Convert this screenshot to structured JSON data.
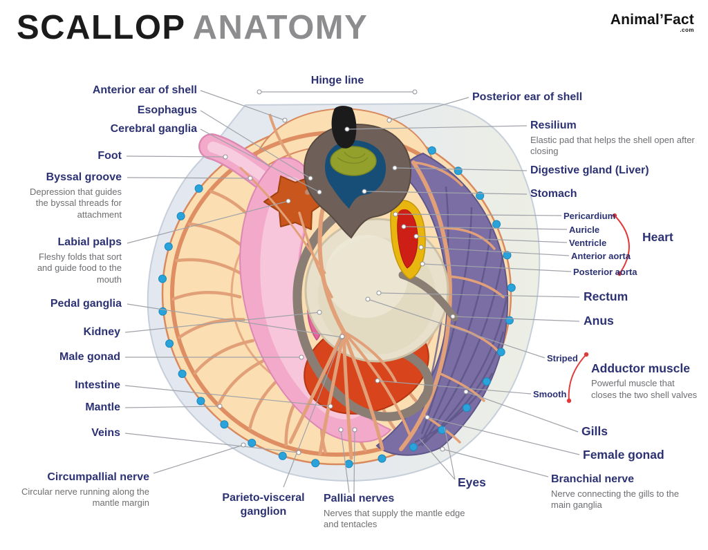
{
  "title": {
    "part1": "SCALLOP",
    "part2": "ANATOMY"
  },
  "logo": {
    "part1": "Animal",
    "accent": "’",
    "part2": "Fact",
    "tld": ".com"
  },
  "labels": {
    "hinge_line": {
      "name": "Hinge line"
    },
    "anterior_ear": {
      "name": "Anterior ear of shell"
    },
    "esophagus": {
      "name": "Esophagus"
    },
    "cerebral_ganglia": {
      "name": "Cerebral ganglia"
    },
    "foot": {
      "name": "Foot"
    },
    "byssal_groove": {
      "name": "Byssal groove",
      "desc": "Depression that guides the byssal threads for attachment"
    },
    "labial_palps": {
      "name": "Labial palps",
      "desc": "Fleshy folds that sort and guide food to the mouth"
    },
    "pedal_ganglia": {
      "name": "Pedal ganglia"
    },
    "kidney": {
      "name": "Kidney"
    },
    "male_gonad": {
      "name": "Male gonad"
    },
    "intestine": {
      "name": "Intestine"
    },
    "mantle": {
      "name": "Mantle"
    },
    "veins": {
      "name": "Veins"
    },
    "circumpallial_nerve": {
      "name": "Circumpallial nerve",
      "desc": "Circular nerve running along the mantle margin"
    },
    "parieto_visceral_ganglion": {
      "name": "Parieto-visceral ganglion"
    },
    "pallial_nerves": {
      "name": "Pallial nerves",
      "desc": "Nerves that supply the mantle edge and tentacles"
    },
    "eyes": {
      "name": "Eyes"
    },
    "posterior_ear": {
      "name": "Posterior ear of shell"
    },
    "resilium": {
      "name": "Resilium",
      "desc": "Elastic pad that helps the shell open after closing"
    },
    "digestive_gland": {
      "name": "Digestive gland (Liver)"
    },
    "stomach": {
      "name": "Stomach"
    },
    "pericardium": {
      "name": "Pericardium"
    },
    "auricle": {
      "name": "Auricle"
    },
    "ventricle": {
      "name": "Ventricle"
    },
    "anterior_aorta": {
      "name": "Anterior aorta"
    },
    "posterior_aorta": {
      "name": "Posterior aorta"
    },
    "heart": {
      "name": "Heart"
    },
    "rectum": {
      "name": "Rectum"
    },
    "anus": {
      "name": "Anus"
    },
    "striped": {
      "name": "Striped"
    },
    "smooth": {
      "name": "Smooth"
    },
    "adductor_muscle": {
      "name": "Adductor muscle",
      "desc": "Powerful muscle that closes the two shell valves"
    },
    "gills": {
      "name": "Gills"
    },
    "female_gonad": {
      "name": "Female gonad"
    },
    "branchial_nerve": {
      "name": "Branchial nerve",
      "desc": "Nerve connecting the gills to the main ganglia"
    }
  },
  "colors": {
    "label_navy": "#2b3173",
    "desc_gray": "#6d6e71",
    "leader_gray": "#9fa2a8",
    "accent_red": "#e03a3a",
    "eye_blue": "#2aa3db",
    "shell": "#e3e8ef",
    "mantle_peach": "#fbdfb2",
    "nerve_salmon": "#e2a078",
    "ring_orange": "#de8e62",
    "gill_purple": "#7a6ea5",
    "visceral_pink": "#f2abcb",
    "palps_orange": "#c9561d",
    "stomach_navy": "#174e77",
    "crystalline_olive": "#93a02c",
    "gland_taupe": "#6e6058",
    "striped_adductor_beige": "#e8e0cb",
    "smooth_adductor_red": "#d8441c",
    "intestine_gray": "#8a7e74",
    "heart_yellow": "#e9b50f",
    "heart_red": "#ce1f17",
    "resilium_black": "#1b1b1b"
  }
}
